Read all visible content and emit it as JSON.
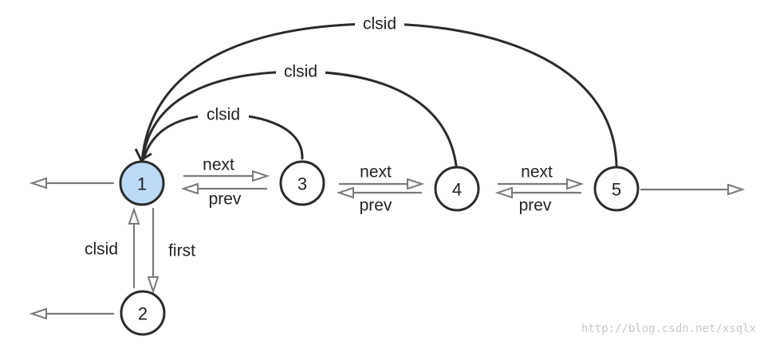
{
  "nodes": [
    {
      "id": "1",
      "label": "1",
      "highlight": true
    },
    {
      "id": "2",
      "label": "2"
    },
    {
      "id": "3",
      "label": "3"
    },
    {
      "id": "4",
      "label": "4"
    },
    {
      "id": "5",
      "label": "5"
    }
  ],
  "edges": [
    {
      "from": "3",
      "to": "1",
      "label": "clsid"
    },
    {
      "from": "4",
      "to": "1",
      "label": "clsid"
    },
    {
      "from": "5",
      "to": "1",
      "label": "clsid"
    },
    {
      "from": "1",
      "to": "3",
      "label": "next"
    },
    {
      "from": "3",
      "to": "1",
      "label": "prev"
    },
    {
      "from": "3",
      "to": "4",
      "label": "next"
    },
    {
      "from": "4",
      "to": "3",
      "label": "prev"
    },
    {
      "from": "4",
      "to": "5",
      "label": "next"
    },
    {
      "from": "5",
      "to": "4",
      "label": "prev"
    },
    {
      "from": "1",
      "to": "2",
      "label": "first"
    },
    {
      "from": "2",
      "to": "1",
      "label": "clsid"
    },
    {
      "from": "1",
      "to": "",
      "label": ""
    },
    {
      "from": "2",
      "to": "",
      "label": ""
    },
    {
      "from": "5",
      "to": "",
      "label": ""
    }
  ],
  "watermark": "http://blog.csdn.net/xsqlx",
  "colors": {
    "highlight_fill": "#bcd9f6",
    "node_stroke": "#2b2b2b",
    "arrow_stroke": "#7a7a7a"
  }
}
